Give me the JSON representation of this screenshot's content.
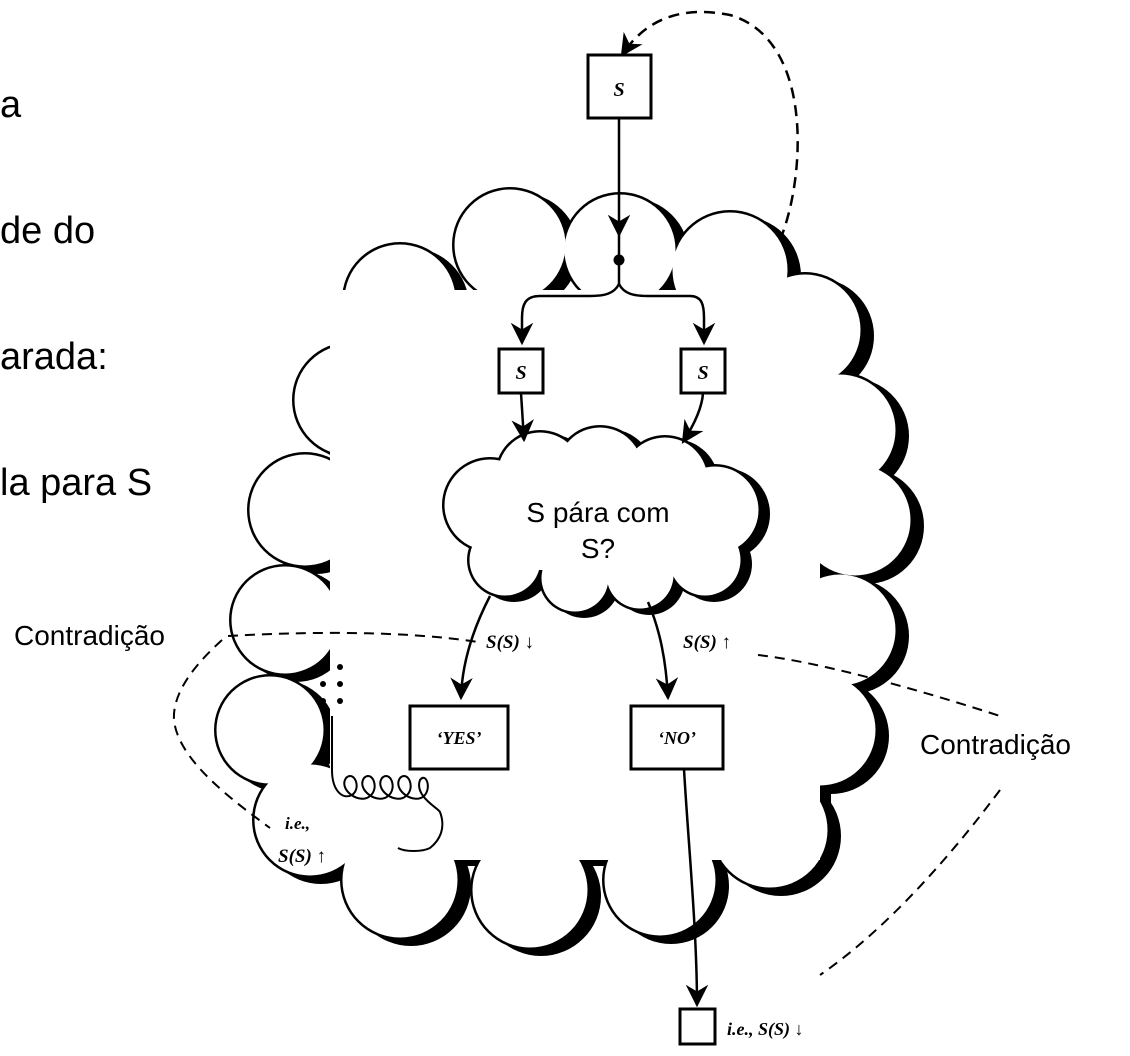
{
  "heading": {
    "lines": [
      "a",
      "de do",
      "arada:",
      "la para S"
    ]
  },
  "nodes": {
    "top_box": "S",
    "left_box": "S",
    "right_box": "S",
    "inner_cloud_line1": "S pára com",
    "inner_cloud_line2": "S?",
    "yes_box": "‘YES’",
    "no_box": "‘NO’"
  },
  "edge_labels": {
    "left": "S(S) ↓",
    "right": "S(S) ↑",
    "ie_left_1": "i.e.,",
    "ie_left_2": "S(S) ↑",
    "ie_bottom": "i.e.,  S(S) ↓"
  },
  "annotations": {
    "contradiction_left": "Contradição",
    "contradiction_right": "Contradição"
  }
}
